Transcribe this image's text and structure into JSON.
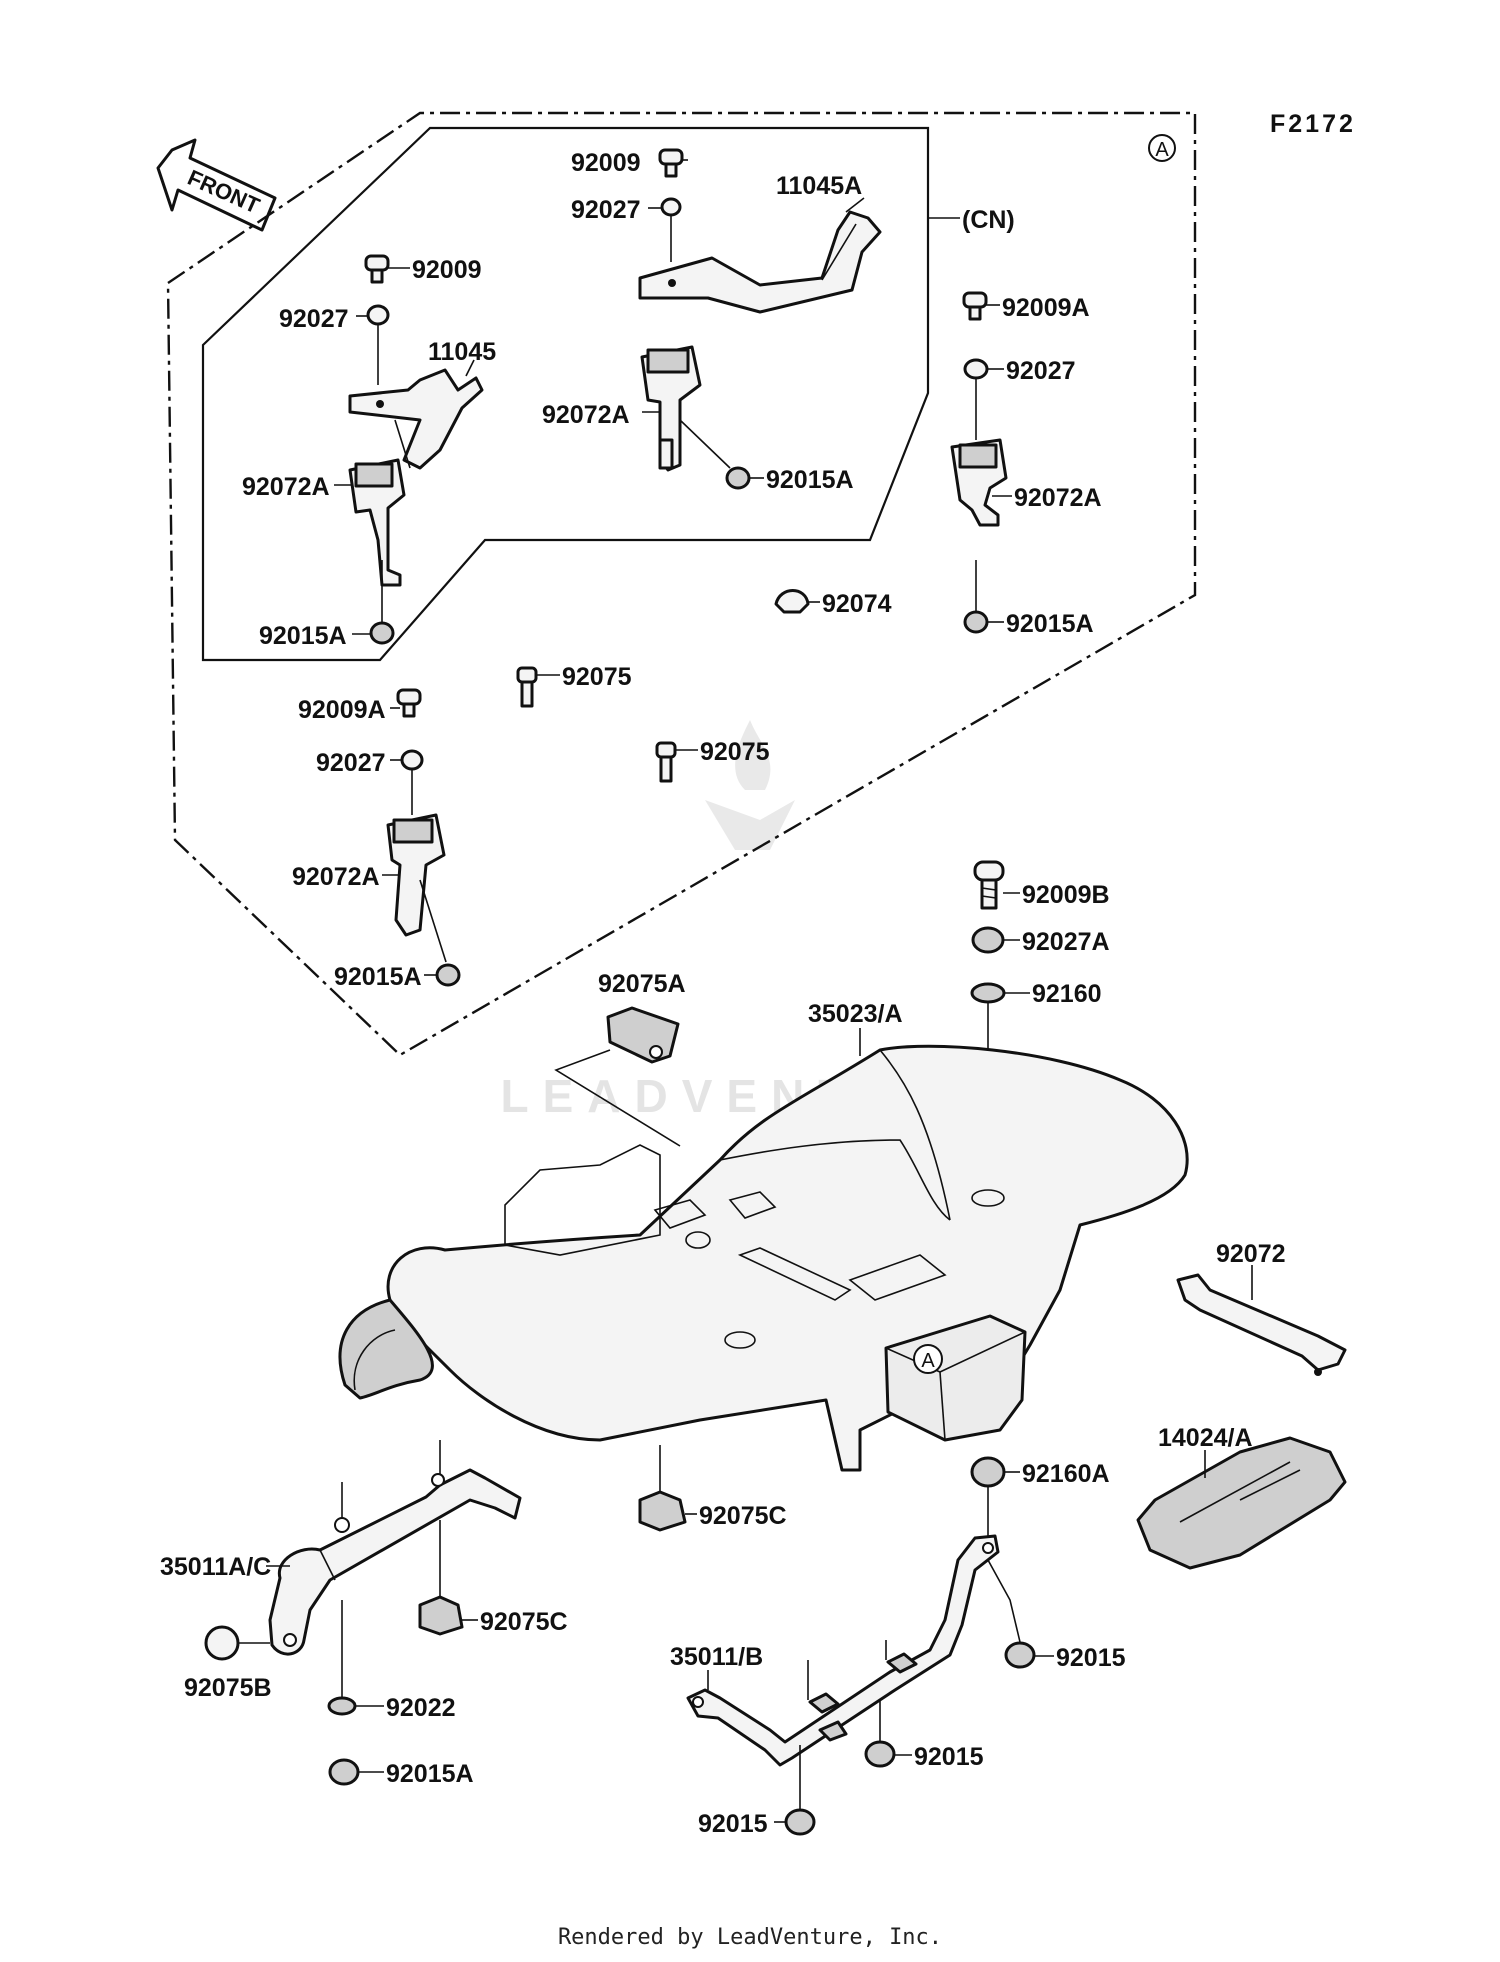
{
  "figure_code": "F2172",
  "footer": "Rendered by LeadVenture, Inc.",
  "watermark": "LEADVENTURE",
  "front_arrow": "FRONT",
  "detail_marker": "A",
  "region_note": "(CN)",
  "labels": {
    "p92009_a": "92009",
    "p92027_a": "92027",
    "p11045A": "11045A",
    "p92009_b": "92009",
    "p92027_b": "92027",
    "p11045": "11045",
    "p92072A_a": "92072A",
    "p92015A_a": "92015A",
    "p92072A_b": "92072A",
    "p92015A_b": "92015A",
    "p92009A_a": "92009A",
    "p92027_c": "92027",
    "p92072A_c": "92072A",
    "p92015A_c": "92015A",
    "p92074": "92074",
    "p92075_a": "92075",
    "p92075_b": "92075",
    "p92009A_b": "92009A",
    "p92027_d": "92027",
    "p92072A_d": "92072A",
    "p92015A_d": "92015A",
    "p92009B": "92009B",
    "p92027A": "92027A",
    "p92160": "92160",
    "p92075A": "92075A",
    "p35023A": "35023/A",
    "p92072": "92072",
    "p14024A": "14024/A",
    "p92160A": "92160A",
    "p92075C_a": "92075C",
    "p35011AC": "35011A/C",
    "p92075C_b": "92075C",
    "p92075B": "92075B",
    "p92022": "92022",
    "p92015A_e": "92015A",
    "p35011B": "35011/B",
    "p92015_a": "92015",
    "p92015_b": "92015",
    "p92015_c": "92015"
  }
}
